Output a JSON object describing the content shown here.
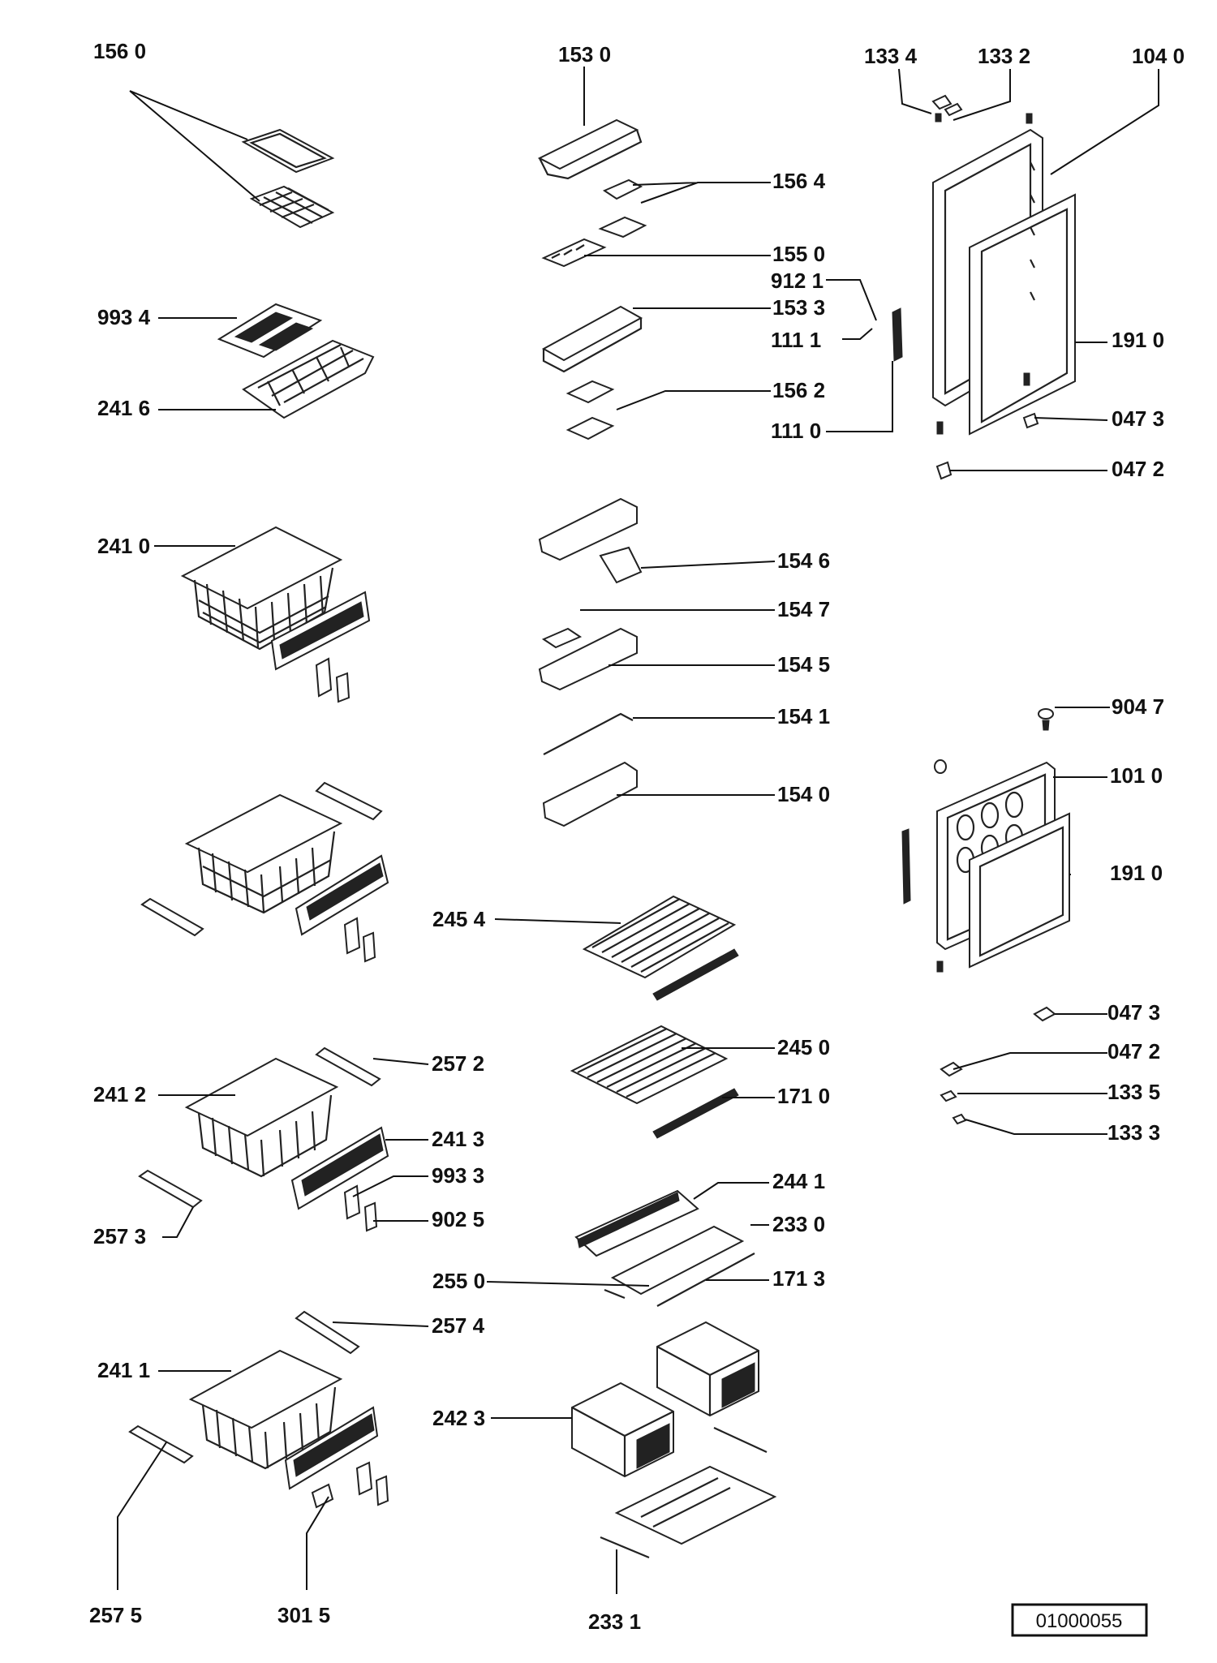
{
  "diagram": {
    "labels": [
      "156 0",
      "153 0",
      "133 4",
      "133 2",
      "104 0",
      "156 4",
      "155 0",
      "912 1",
      "153 3",
      "111 1",
      "191 0",
      "993 4",
      "241 6",
      "156 2",
      "111 0",
      "047 3",
      "047 2",
      "241 0",
      "154 6",
      "154 7",
      "154 5",
      "154 1",
      "154 0",
      "904 7",
      "101 0",
      "191 0",
      "245 4",
      "047 3",
      "245 0",
      "047 2",
      "171 0",
      "133 5",
      "133 3",
      "257 2",
      "241 2",
      "241 3",
      "993 3",
      "902 5",
      "244 1",
      "233 0",
      "257 3",
      "255 0",
      "171 3",
      "257 4",
      "241 1",
      "242 3",
      "257 5",
      "301 5",
      "233 1"
    ],
    "reference_box": "01000055"
  }
}
